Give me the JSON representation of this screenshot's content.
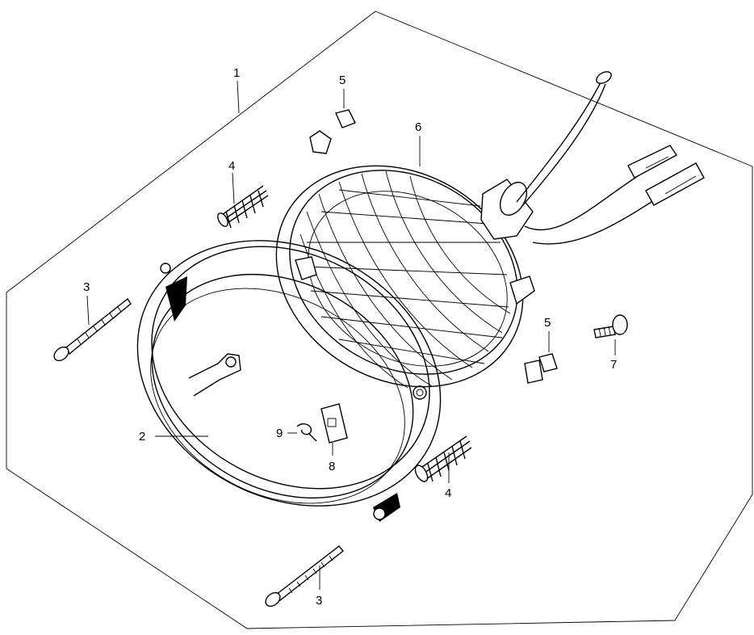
{
  "diagram": {
    "callouts": [
      {
        "id": "c1",
        "label": "1"
      },
      {
        "id": "c2",
        "label": "2"
      },
      {
        "id": "c3a",
        "label": "3"
      },
      {
        "id": "c3b",
        "label": "3"
      },
      {
        "id": "c4a",
        "label": "4"
      },
      {
        "id": "c4b",
        "label": "4"
      },
      {
        "id": "c5a",
        "label": "5"
      },
      {
        "id": "c5b",
        "label": "5"
      },
      {
        "id": "c6",
        "label": "6"
      },
      {
        "id": "c7",
        "label": "7"
      },
      {
        "id": "c8",
        "label": "8"
      },
      {
        "id": "c9",
        "label": "9"
      }
    ],
    "parts": [
      "headlight-assembly-outline",
      "headlight-rim",
      "rim-screw",
      "adjusting-spring",
      "clip-nut",
      "sealed-beam-unit",
      "adjusting-screw",
      "spring-plate",
      "retaining-pin"
    ]
  }
}
